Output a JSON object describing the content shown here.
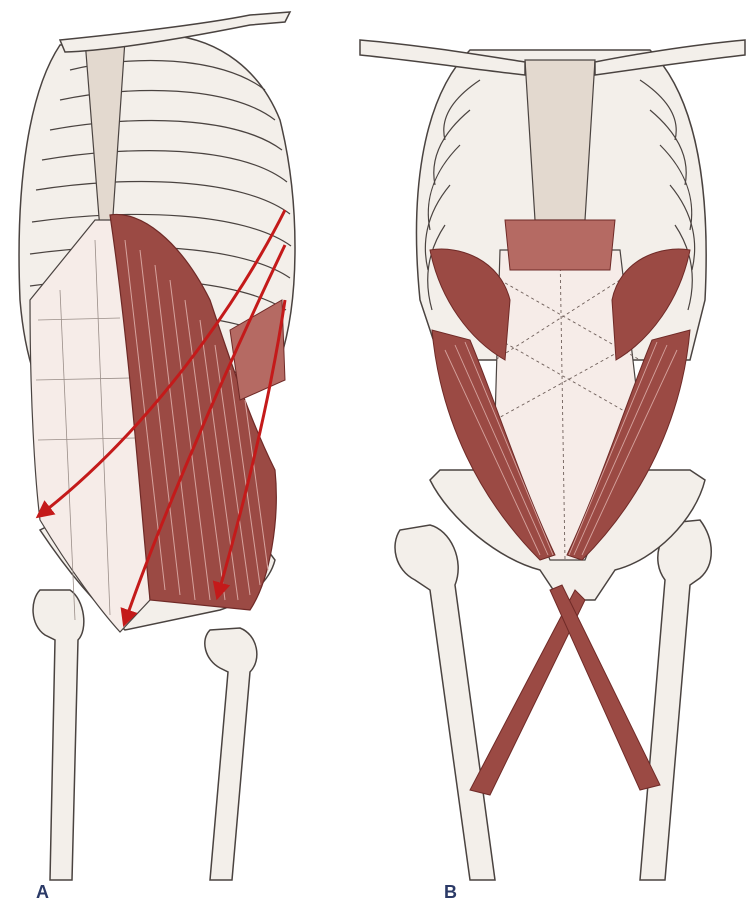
{
  "panels": [
    {
      "label": "A"
    },
    {
      "label": "B"
    }
  ],
  "colors": {
    "bone": "#f3efea",
    "bone_shade": "#e3d9cf",
    "outline": "#4a4340",
    "muscle": "#9b4a44",
    "muscle_dark": "#6f2a27",
    "muscle_light": "#c98a84",
    "fascia": "#f6ece8",
    "arrow": "#c41a1a"
  },
  "icons": [
    "rib-cage-illustration",
    "pelvis-illustration",
    "femur-illustration",
    "muscle-fibers",
    "force-arrow"
  ]
}
